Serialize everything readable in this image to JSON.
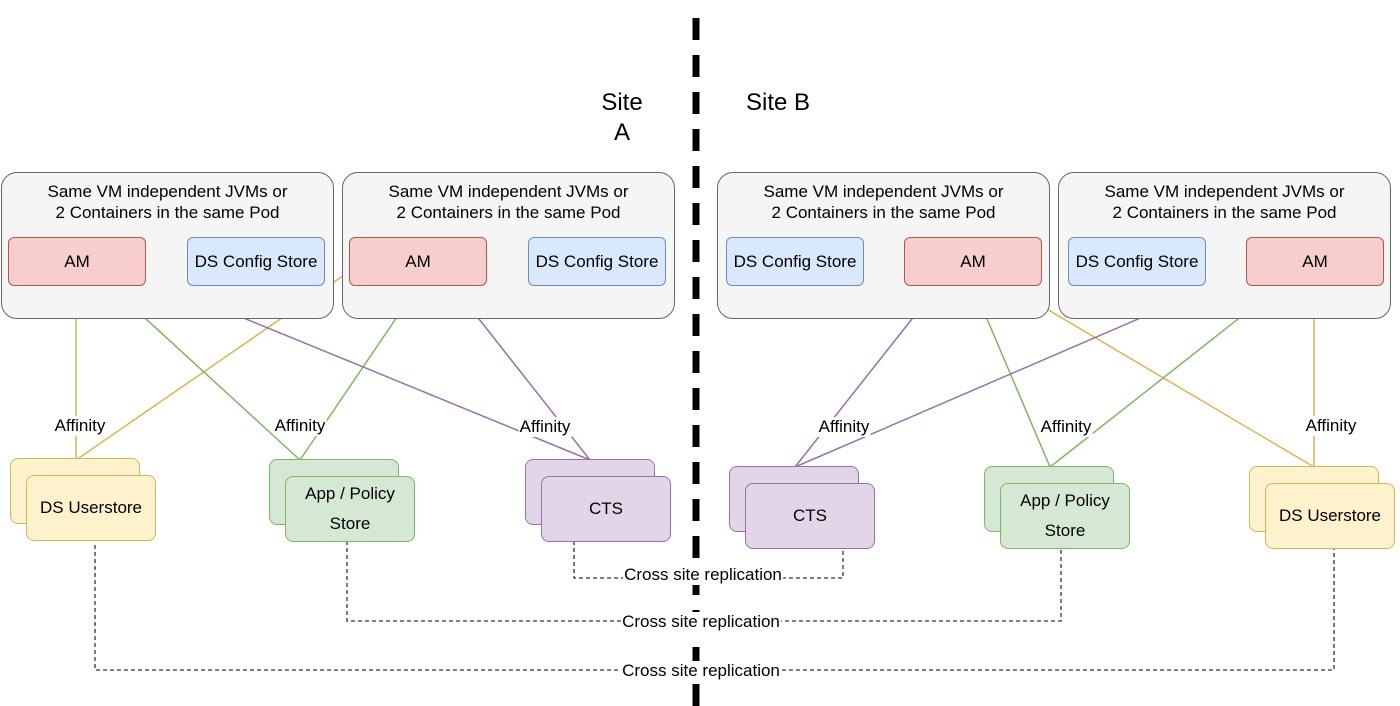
{
  "site_labels": {
    "site_a": [
      "Site",
      "A"
    ],
    "site_b": "Site B"
  },
  "group_title": [
    "Same VM independent JVMs or",
    "2 Containers in the same Pod"
  ],
  "nodes": {
    "am": "AM",
    "config_store": "DS Config Store",
    "userstore": "DS Userstore",
    "app_policy": [
      "App / Policy",
      "Store"
    ],
    "cts": "CTS"
  },
  "connector_labels": {
    "affinity": "Affinity",
    "replication": "Cross site replication"
  },
  "colors": {
    "am_fill": "#f8cecc",
    "am_border": "#b85450",
    "config_fill": "#dae8fc",
    "config_border": "#6c8ebf",
    "userstore_fill": "#fff2cc",
    "userstore_border": "#d6b656",
    "app_fill": "#d5e8d4",
    "app_border": "#82b366",
    "cts_fill": "#e1d5e7",
    "cts_border": "#9673a6",
    "group_fill": "#f5f5f5",
    "group_border": "#666666"
  }
}
